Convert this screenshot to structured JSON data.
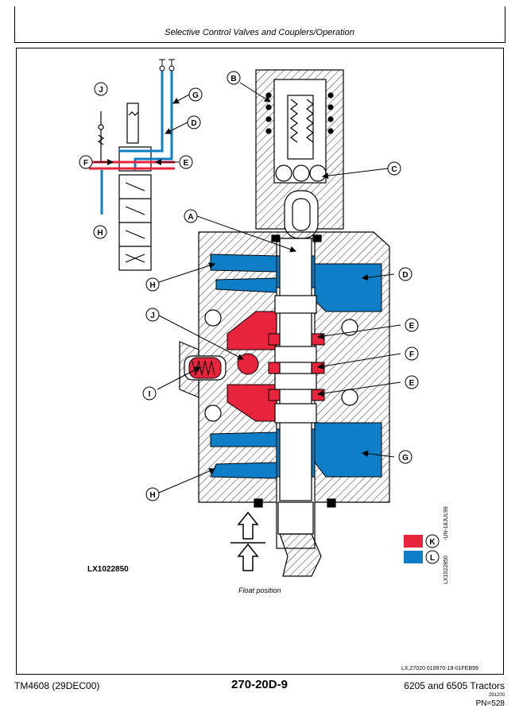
{
  "header": {
    "section_title": "Selective Control Valves and Couplers/Operation"
  },
  "figure": {
    "image_id": "LX1022850",
    "caption": "Float position",
    "side_code_1": "-UN-18JUL99",
    "side_code_2": "LX1022850",
    "callouts": [
      "A",
      "B",
      "C",
      "D",
      "E",
      "F",
      "G",
      "H",
      "I",
      "J",
      "K",
      "L"
    ],
    "colors": {
      "pressure": "#e8243c",
      "return": "#0e7fc6",
      "steel": "#000000"
    }
  },
  "footer": {
    "ref_code": "LX,27020 019970-19-01FEB99",
    "manual": "TM4608 (29DEC00)",
    "page": "270-20D-9",
    "tractors": "6205 and 6505 Tractors",
    "date_small": "291200",
    "pn": "PN=528"
  }
}
